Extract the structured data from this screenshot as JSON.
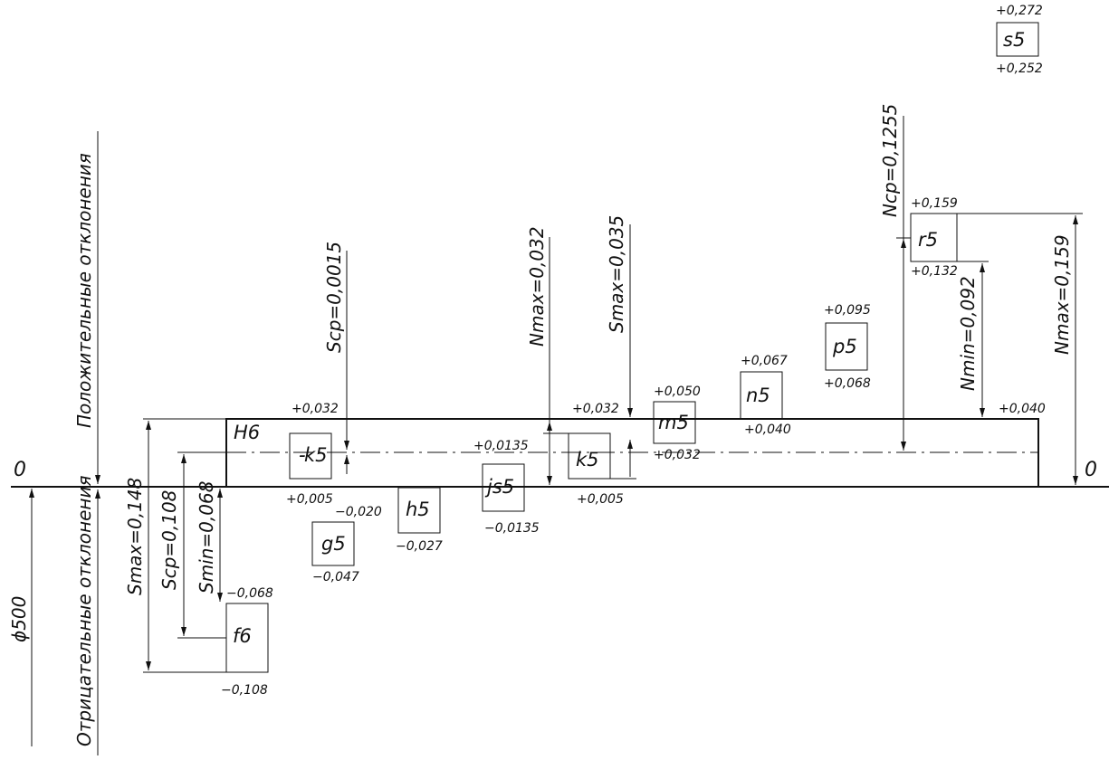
{
  "zero_left": "0",
  "zero_right": "0",
  "diameter": "ϕ500",
  "axis_positive": "Положительные отклонения",
  "axis_negative": "Отрицательные отклонения",
  "hole": {
    "label": "H6",
    "upper": "+0,032"
  },
  "fields": {
    "k5a": {
      "label": "k5",
      "upper": "+0,032",
      "lower": "+0,005"
    },
    "g5": {
      "label": "g5",
      "upper": "−0,020",
      "lower": "−0,047"
    },
    "h5": {
      "label": "h5",
      "lower": "−0,027"
    },
    "js5": {
      "label": "js5",
      "upper": "+0,0135",
      "lower": "−0,0135"
    },
    "k5b": {
      "label": "k5",
      "upper": "+0,032",
      "lower": "+0,005"
    },
    "m5": {
      "label": "m5",
      "upper": "+0,050",
      "lower": "+0,032"
    },
    "n5": {
      "label": "n5",
      "upper": "+0,067",
      "lower": "+0,040"
    },
    "p5": {
      "label": "p5",
      "upper": "+0,095",
      "lower": "+0,068"
    },
    "r5": {
      "label": "r5",
      "upper": "+0,159",
      "lower": "+0,132"
    },
    "s5": {
      "label": "s5",
      "upper": "+0,272",
      "lower": "+0,252"
    },
    "f6": {
      "label": "f6",
      "upper": "−0,068",
      "lower": "−0,108"
    }
  },
  "r5_right_value": "+0,040",
  "dims": {
    "smax_f6": "Smax=0,148",
    "scp_f6": "Scp=0,108",
    "smin_f6": "Smin=0,068",
    "scp_k5": "Scp=0,0015",
    "nmax_k5": "Nmax=0,032",
    "smax_k5": "Smax=0,035",
    "ncp_r5": "Ncp=0,1255",
    "nmin_r5": "Nmin=0,092",
    "nmax_r5": "Nmax=0,159"
  }
}
